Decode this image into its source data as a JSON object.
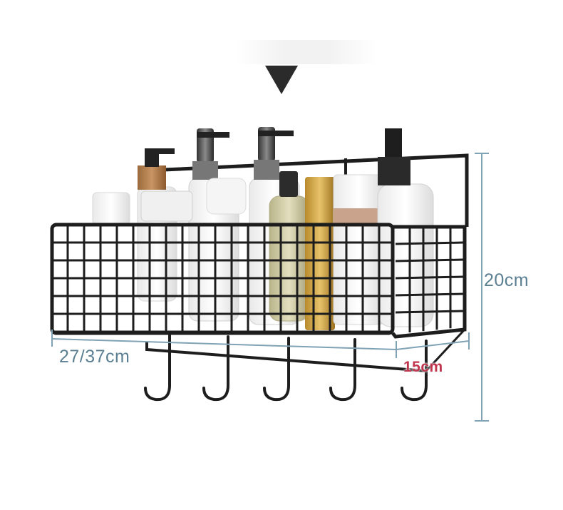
{
  "image": {
    "subject": "black-wire-shower-caddy-with-hooks",
    "background_color": "#ffffff",
    "frame_color": "#1d1d1d",
    "dimension_line_color": "#7fa3b5"
  },
  "dimensions": {
    "width_label": "27/37cm",
    "height_label": "20cm",
    "depth_label": "15cm"
  },
  "hooks": {
    "count": 5
  }
}
